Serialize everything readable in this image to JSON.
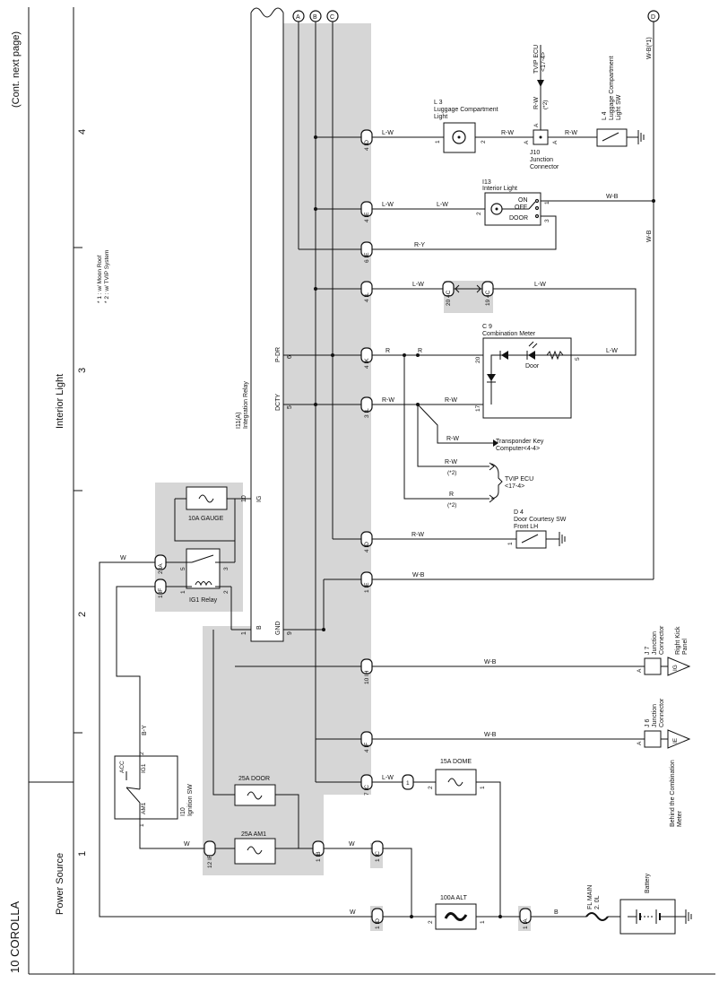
{
  "page": {
    "left_title": "10  COROLLA",
    "continue_note": "(Cont. next page)",
    "section_top": "Interior Light",
    "section_bottom": "Power Source",
    "grid_numbers": [
      "4",
      "3",
      "2",
      "1"
    ],
    "footnotes": [
      "* 1 : w/ Moon Roof",
      "* 2 : w/ TVIP System"
    ]
  },
  "components": {
    "integration_relay": {
      "id": "I11(A)",
      "name": "Integration Relay"
    },
    "luggage_light": {
      "id": "L 3",
      "name_1": "Luggage Compartment",
      "name_2": "Light"
    },
    "luggage_sw": {
      "id": "L 4",
      "name_1": "Luggage Compartment",
      "name_2": "Light SW"
    },
    "j10": {
      "id": "J10",
      "name_1": "Junction",
      "name_2": "Connector"
    },
    "tvip_top": {
      "name": "TVIP ECU",
      "ref": "<17-4>"
    },
    "interior_light": {
      "id": "I13",
      "name": "Interior Light",
      "pos_on": "ON",
      "pos_off": "OFF",
      "pos_door": "DOOR"
    },
    "combination_meter": {
      "id": "C 9",
      "name": "Combination Meter",
      "door": "Door"
    },
    "transponder": {
      "name_1": "Transponder Key",
      "name_2": "Computer<4-4>"
    },
    "tvip_mid": {
      "name": "TVIP ECU",
      "ref": "<17-4>"
    },
    "door_sw": {
      "id": "D 4",
      "name_1": "Door Courtesy SW",
      "name_2": "Front LH"
    },
    "gauge_fuse": {
      "name": "10A GAUGE"
    },
    "ig1_relay": {
      "name": "IG1 Relay"
    },
    "ignition_sw": {
      "id": "I10",
      "name": "Ignition SW",
      "acc": "ACC",
      "ig1": "IG1",
      "am1": "AM1"
    },
    "door_fuse": {
      "name": "25A DOOR"
    },
    "am1_fuse": {
      "name": "25A AM1"
    },
    "dome_fuse": {
      "name": "15A DOME"
    },
    "alt_fuse": {
      "name": "100A ALT"
    },
    "fl_main": {
      "name_1": "FL MAIN",
      "name_2": "2. 0L"
    },
    "battery": {
      "name": "Battery"
    },
    "j7": {
      "id": "J 7",
      "name_1": "Junction",
      "name_2": "Connector",
      "ground": "IG",
      "ground_name_1": "Right Kick",
      "ground_name_2": "Panel"
    },
    "j6": {
      "id": "J 6",
      "name_1": "Junction",
      "name_2": "Connector",
      "ground": "IE",
      "ground_name_1": "Behind the Combination",
      "ground_name_2": "Meter"
    }
  },
  "relay_pins": {
    "ig": "IG",
    "p_dr": "P-DR",
    "dcty": "DCTY",
    "b": "B",
    "gnd": "GND",
    "n10": "10",
    "n6": "6",
    "n5": "5",
    "n1": "1",
    "n9": "9"
  },
  "wires": {
    "lw": "L-W",
    "rw": "R-W",
    "wb": "W-B",
    "ry": "R-Y",
    "r": "R",
    "w": "W",
    "by": "B-Y",
    "b": "B",
    "wb_top": "W-B(*1)",
    "star2": "(*2)"
  },
  "offpage": [
    "A",
    "B",
    "C",
    "D"
  ],
  "connectors": {
    "c1": "4 ID",
    "c2": "4 IE",
    "c3": "6 IE",
    "c4": "4 IL",
    "c5": "4 IK",
    "c6": "3 IL",
    "c7": "4 ID",
    "c8": "1 IE",
    "c9": "10 IH",
    "c10": "4 IF",
    "c11": "7 IC",
    "c12": "1 IB",
    "c13": "1 IC",
    "c14": "12 IF",
    "c15": "1 ID",
    "c16": "1 IA",
    "c17": "2 IA",
    "c18": "1 IF",
    "c19": "20 4C",
    "c20": "19 4C",
    "c21": "1"
  },
  "pins": {
    "p1": "1",
    "p2": "2",
    "p3": "3",
    "p5": "5",
    "p4": "4",
    "p17": "17",
    "p20": "20",
    "pA": "A"
  }
}
